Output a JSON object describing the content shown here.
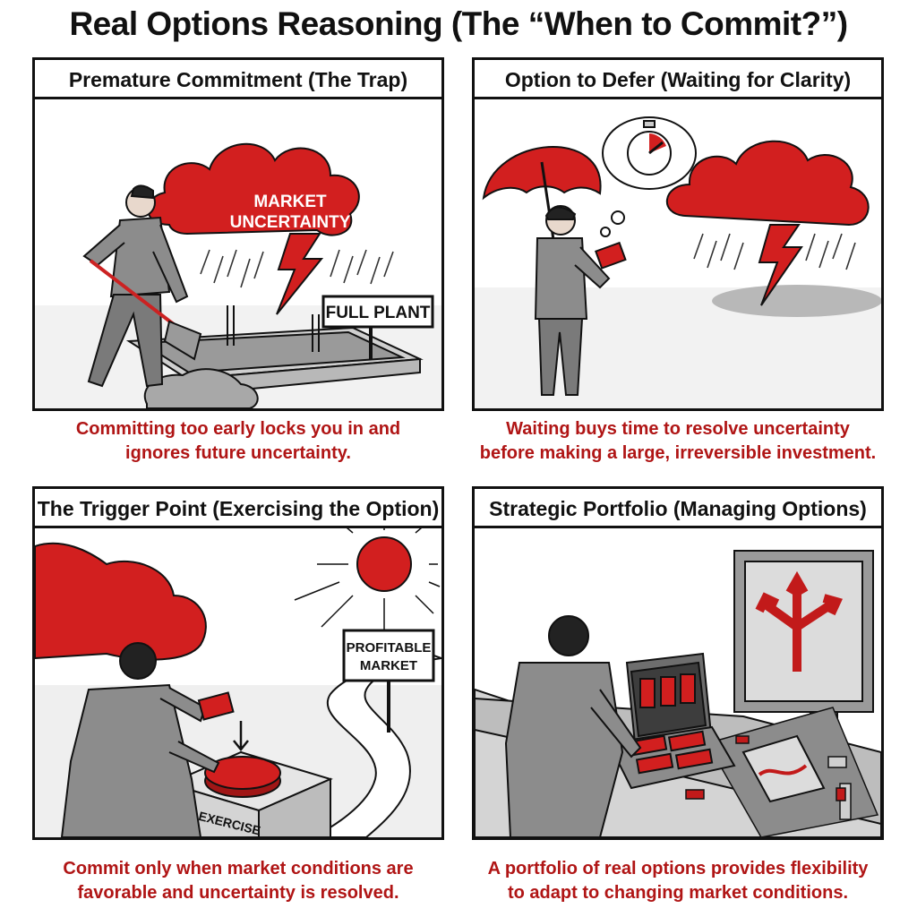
{
  "title": "Real Options Reasoning (The “When to Commit?”)",
  "colors": {
    "accent": "#cc1f1f",
    "ink": "#111111",
    "caption": "#b01515"
  },
  "panels": [
    {
      "title": "Premature Commitment (The Trap)",
      "cloud_label_line1": "MARKET",
      "cloud_label_line2": "UNCERTAINTY",
      "sign": "FULL PLANT",
      "caption_line1": "Committing too early locks you in and",
      "caption_line2": "ignores future uncertainty."
    },
    {
      "title": "Option to Defer (Waiting for Clarity)",
      "thought_icon": "stopwatch-icon",
      "caption_line1": "Waiting buys time to resolve uncertainty",
      "caption_line2": "before making a large, irreversible investment."
    },
    {
      "title": "The Trigger Point (Exercising the Option)",
      "sign_line1": "PROFITABLE",
      "sign_line2": "MARKET",
      "button_label": "GO / EXERCISE",
      "caption_line1": "Commit only when market conditions are",
      "caption_line2": "favorable and uncertainty is resolved."
    },
    {
      "title": "Strategic Portfolio (Managing Options)",
      "caption_line1": "A portfolio of real options provides flexibility",
      "caption_line2": "to adapt to changing market conditions."
    }
  ]
}
